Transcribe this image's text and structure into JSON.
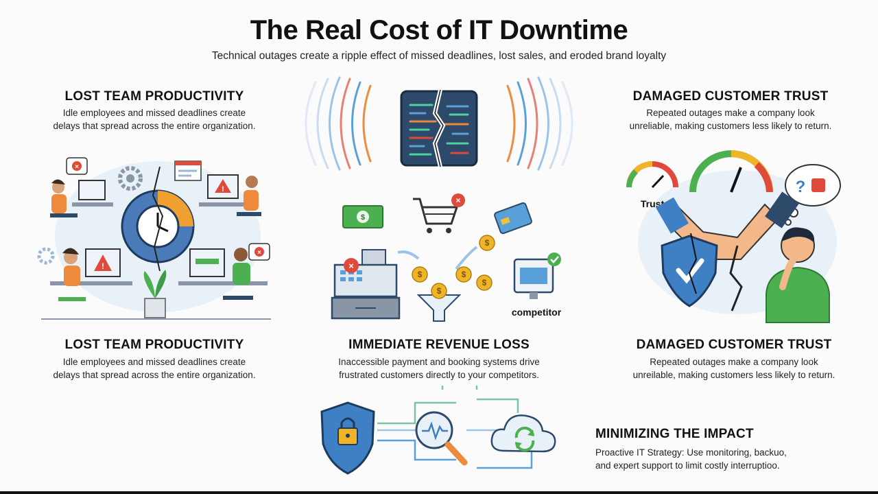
{
  "title": "The Real Cost of IT Downtime",
  "subtitle": "Technical outages create a ripple effect of missed deadlines, lost sales, and eroded brand loyalty",
  "top_left": {
    "heading": "LOST TEAM PRODUCTIVITY",
    "text": "Idle employees and missed deadlines create\ndelays that spread across the entire organization."
  },
  "top_right": {
    "heading": "DAMAGED CUSTOMER TRUST",
    "text": "Repeated outages make a company look\nunreliable, making customers less likely to return."
  },
  "bottom_left": {
    "heading": "LOST TEAM PRODUCTIVITY",
    "text": "Idle employees and missed deadlines create\ndelays that spread across the entire organization."
  },
  "center": {
    "heading": "IMMEDIATE REVENUE LOSS",
    "text": "Inaccessible payment and booking systems drive\nfrustrated customers directly to your competitors.",
    "competitor_label": "competitor"
  },
  "bottom_right": {
    "heading": "DAMAGED CUSTOMER TRUST",
    "text": "Repeated outages make a company look\nunreilable, making customers less likely to return."
  },
  "impact": {
    "heading": "MINIMIZING THE IMPACT",
    "text": "Proactive IT Strategy: Use monitoring, backuo,\nand expert support to limit costly interruptioo."
  },
  "trust_label": "Trust",
  "colors": {
    "blue": "#3f7fc4",
    "orange": "#ef8a3c",
    "red": "#e04a3a",
    "green": "#4caf50",
    "teal": "#2aa198"
  }
}
